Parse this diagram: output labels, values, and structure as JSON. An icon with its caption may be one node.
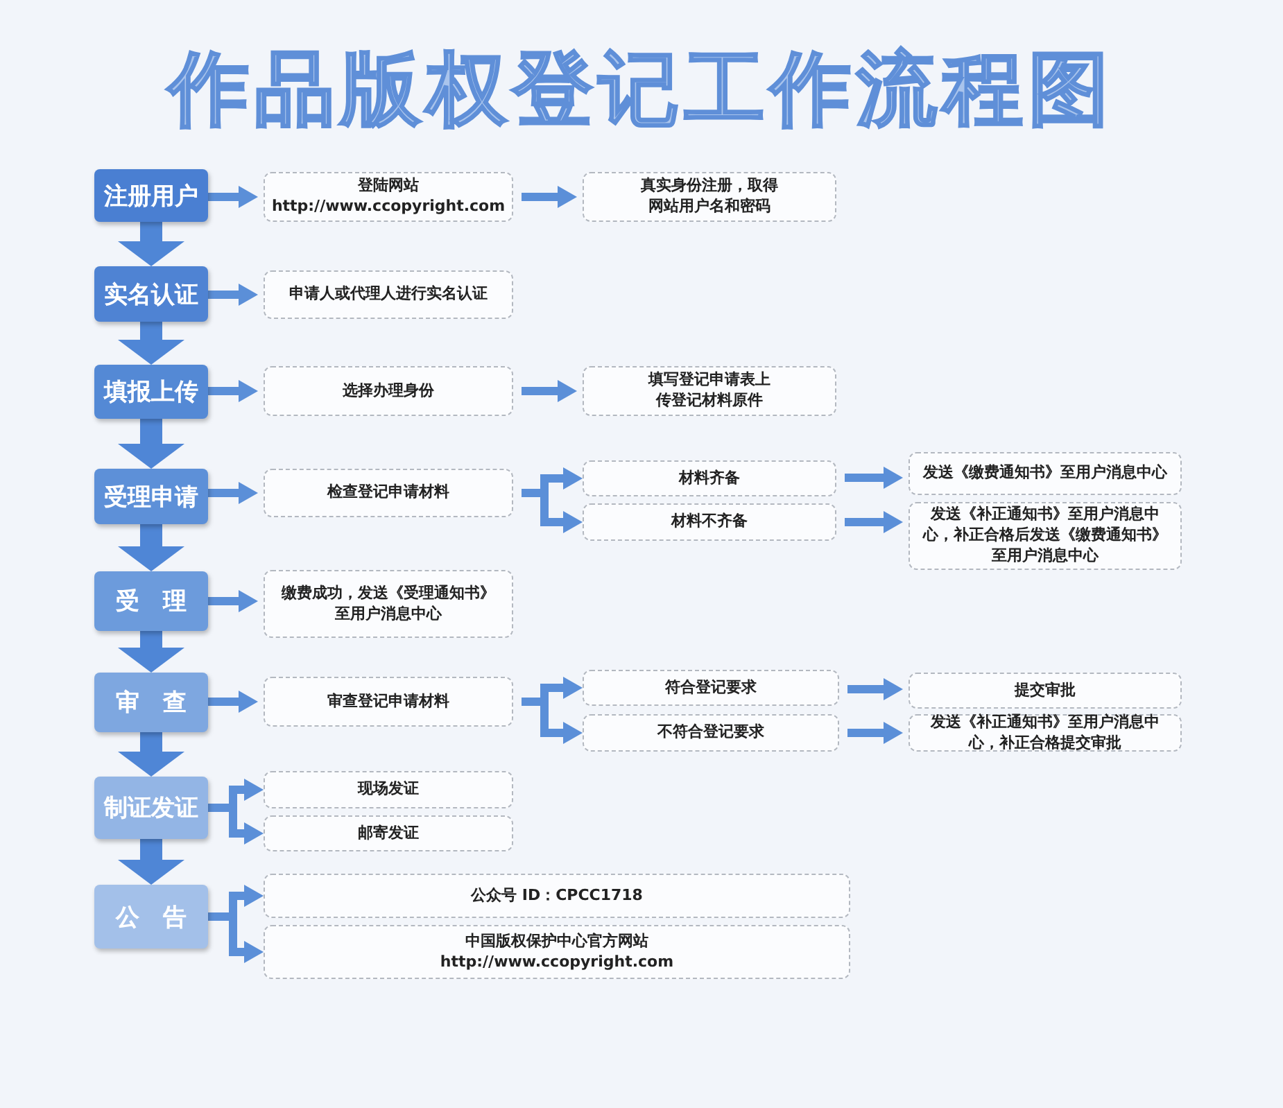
{
  "diagram": {
    "title": "作品版权登记工作流程图",
    "nodes": [
      {
        "text": [
          "注册用户"
        ]
      },
      {
        "text": [
          "登陆网站 http://www.ccopyright.com"
        ]
      },
      {
        "text": [
          "真实身份注册，取得网站用户名和密码"
        ]
      },
      {
        "text": [
          "实名认证"
        ]
      },
      {
        "text": [
          "申请人或代理人进行实名认证"
        ]
      },
      {
        "text": [
          "填报上传"
        ]
      },
      {
        "text": [
          "选择办理身份"
        ]
      },
      {
        "text": [
          "填写登记申请表上传登记材料原件"
        ]
      },
      {
        "text": [
          "受理申请"
        ]
      },
      {
        "text": [
          "检查登记申请材料"
        ]
      },
      {
        "text": [
          "材料齐备"
        ]
      },
      {
        "text": [
          "材料不齐备"
        ]
      },
      {
        "text": [
          "发送《缴费通知书》至用户消息中心"
        ]
      },
      {
        "text": [
          "发送《补正通知书》至用户消息中心，补正合格后发送《缴费通知书》至用户消息中心"
        ]
      },
      {
        "text": [
          "受理"
        ]
      },
      {
        "text": [
          "缴费成功，发送《受理通知书》至用户消息中心"
        ]
      },
      {
        "text": [
          "审查"
        ]
      },
      {
        "text": [
          "审查登记申请材料"
        ]
      },
      {
        "text": [
          "符合登记要求"
        ]
      },
      {
        "text": [
          "不符合登记要求"
        ]
      },
      {
        "text": [
          "提交审批"
        ]
      },
      {
        "text": [
          "发送《补正通知书》至用户消息中心，补正合格提交审批"
        ]
      },
      {
        "text": [
          "制证发证"
        ]
      },
      {
        "text": [
          "现场发证"
        ]
      },
      {
        "text": [
          "邮寄发证"
        ]
      },
      {
        "text": [
          "公告"
        ]
      },
      {
        "text": [
          "公众号 ID：CPCC1718"
        ]
      },
      {
        "text": [
          "中国版权保护中心官方网站 http://www.ccopyright.com"
        ]
      }
    ],
    "edges": [
      {
        "from": 0,
        "to": 3,
        "arrow": "to",
        "style": "thick"
      },
      {
        "from": 3,
        "to": 5,
        "arrow": "to",
        "style": "thick"
      },
      {
        "from": 5,
        "to": 8,
        "arrow": "to",
        "style": "thick"
      },
      {
        "from": 8,
        "to": 14,
        "arrow": "to",
        "style": "thick"
      },
      {
        "from": 14,
        "to": 16,
        "arrow": "to",
        "style": "thick"
      },
      {
        "from": 16,
        "to": 22,
        "arrow": "to",
        "style": "thick"
      },
      {
        "from": 22,
        "to": 25,
        "arrow": "to",
        "style": "thick"
      },
      {
        "from": 0,
        "to": 1,
        "arrow": "to"
      },
      {
        "from": 1,
        "to": 2,
        "arrow": "to"
      },
      {
        "from": 3,
        "to": 4,
        "arrow": "to"
      },
      {
        "from": 5,
        "to": 6,
        "arrow": "to"
      },
      {
        "from": 6,
        "to": 7,
        "arrow": "to"
      },
      {
        "from": 8,
        "to": 9,
        "arrow": "to"
      },
      {
        "from": 9,
        "to": 10,
        "arrow": "to"
      },
      {
        "from": 9,
        "to": 11,
        "arrow": "to"
      },
      {
        "from": 10,
        "to": 12,
        "arrow": "to"
      },
      {
        "from": 11,
        "to": 13,
        "arrow": "to"
      },
      {
        "from": 14,
        "to": 15,
        "arrow": "to"
      },
      {
        "from": 16,
        "to": 17,
        "arrow": "to"
      },
      {
        "from": 17,
        "to": 18,
        "arrow": "to"
      },
      {
        "from": 17,
        "to": 19,
        "arrow": "to"
      },
      {
        "from": 18,
        "to": 20,
        "arrow": "to"
      },
      {
        "from": 19,
        "to": 21,
        "arrow": "to"
      },
      {
        "from": 22,
        "to": 23,
        "arrow": "to"
      },
      {
        "from": 22,
        "to": 24,
        "arrow": "to"
      },
      {
        "from": 25,
        "to": 26,
        "arrow": "to"
      },
      {
        "from": 25,
        "to": 27,
        "arrow": "to"
      }
    ]
  }
}
